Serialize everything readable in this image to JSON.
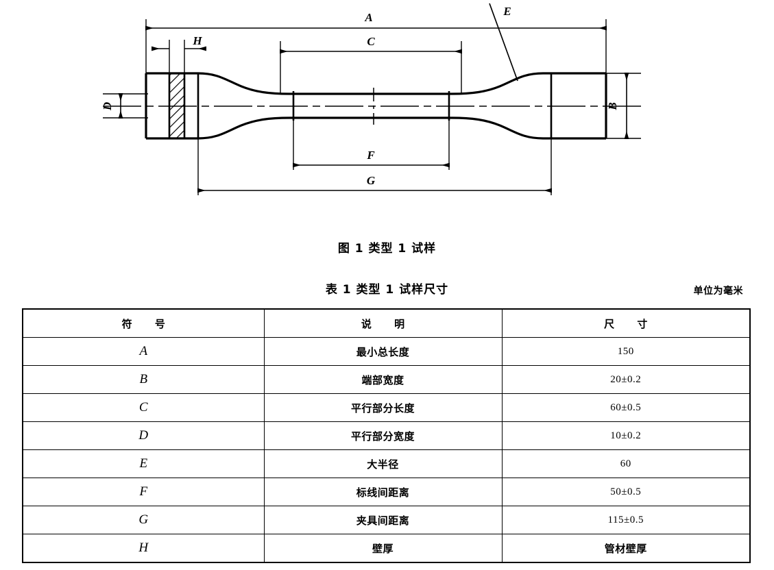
{
  "figure": {
    "caption": "图 1   类型 1 试样",
    "labels": {
      "A": "A",
      "B": "B",
      "C": "C",
      "D": "D",
      "E": "E",
      "F": "F",
      "G": "G",
      "H": "H"
    }
  },
  "table": {
    "caption": "表 1   类型 1 试样尺寸",
    "unit_note": "单位为毫米",
    "headers": [
      "符 号",
      "说 明",
      "尺 寸"
    ],
    "rows": [
      {
        "symbol": "A",
        "description": "最小总长度",
        "dimension": "150",
        "cn": false
      },
      {
        "symbol": "B",
        "description": "端部宽度",
        "dimension": "20±0.2",
        "cn": false
      },
      {
        "symbol": "C",
        "description": "平行部分长度",
        "dimension": "60±0.5",
        "cn": false
      },
      {
        "symbol": "D",
        "description": "平行部分宽度",
        "dimension": "10±0.2",
        "cn": false
      },
      {
        "symbol": "E",
        "description": "大半径",
        "dimension": "60",
        "cn": false
      },
      {
        "symbol": "F",
        "description": "标线间距离",
        "dimension": "50±0.5",
        "cn": false
      },
      {
        "symbol": "G",
        "description": "夹具间距离",
        "dimension": "115±0.5",
        "cn": false
      },
      {
        "symbol": "H",
        "description": "壁厚",
        "dimension": "管材壁厚",
        "cn": true
      }
    ]
  }
}
